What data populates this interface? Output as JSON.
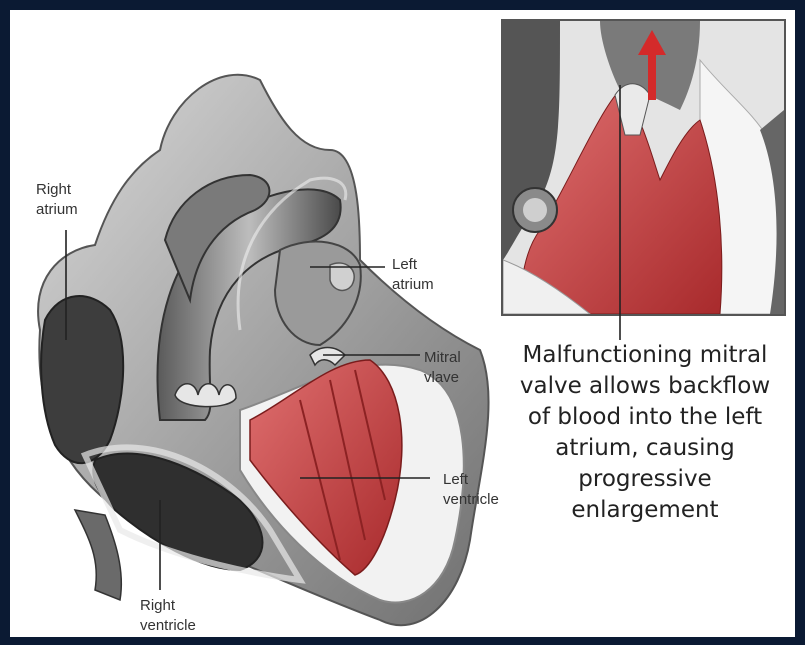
{
  "labels": {
    "right_atrium": [
      "Right",
      "atrium"
    ],
    "left_atrium": [
      "Left",
      "atrium"
    ],
    "mitral_valve": [
      "Mitral",
      "vlave"
    ],
    "left_ventricle": [
      "Left",
      "ventricle"
    ],
    "right_ventricle": [
      "Right",
      "ventricle"
    ]
  },
  "caption": [
    "Malfunctioning mitral",
    "valve allows backflow",
    "of blood into the left",
    "atrium, causing",
    "progressive",
    "enlargement"
  ],
  "colors": {
    "frame": "#0b1a33",
    "muscle_red": "#c0393b",
    "tissue_grey": "#8a8a8a",
    "arrow_red": "#d42a2a"
  }
}
